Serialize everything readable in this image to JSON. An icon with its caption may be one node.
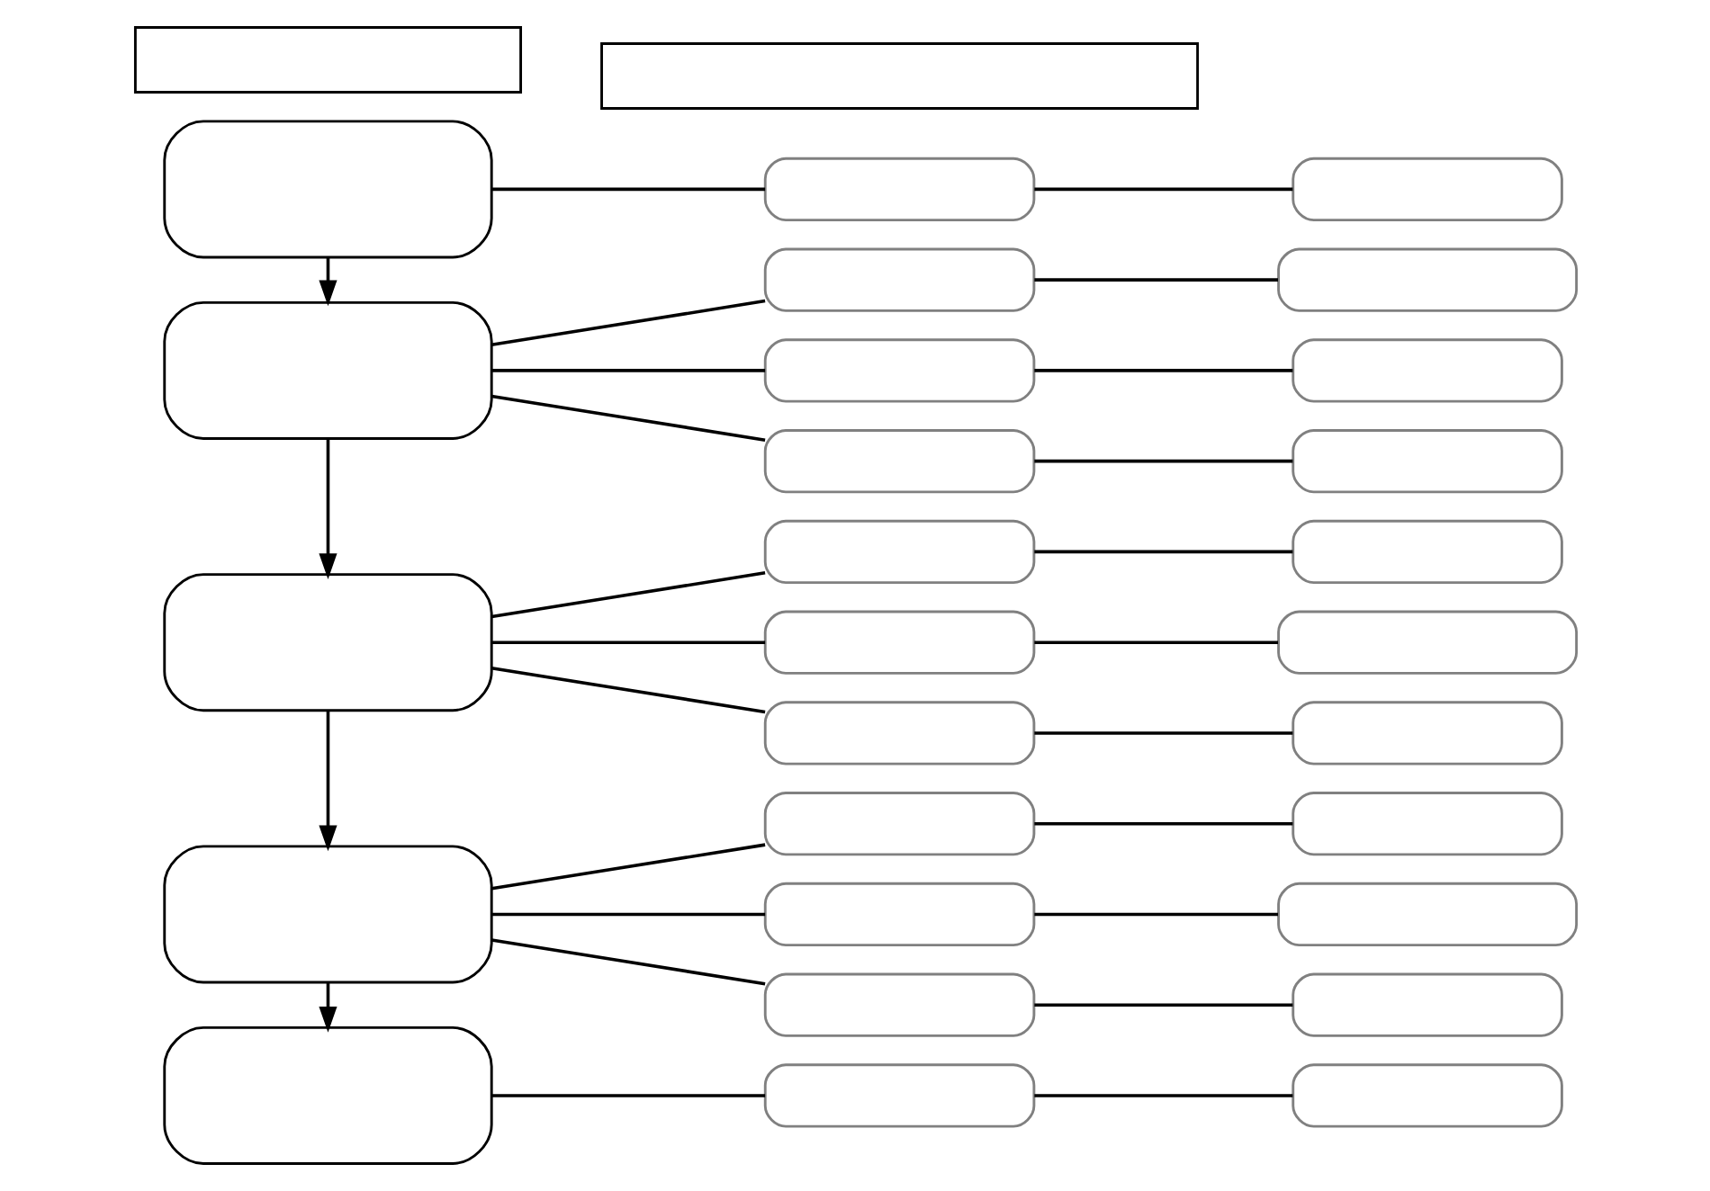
{
  "diagram": {
    "nodes": [
      {
        "text": [],
        "shape": "box"
      },
      {
        "text": [],
        "shape": "box"
      },
      {
        "text": [],
        "shape": "box"
      },
      {
        "text": [],
        "shape": "box"
      },
      {
        "text": [],
        "shape": "box"
      },
      {
        "text": [],
        "shape": "box"
      },
      {
        "text": [],
        "shape": "box"
      },
      {
        "text": [],
        "shape": "pill"
      },
      {
        "text": [],
        "shape": "pill"
      },
      {
        "text": [],
        "shape": "pill"
      },
      {
        "text": [],
        "shape": "pill"
      },
      {
        "text": [],
        "shape": "pill"
      },
      {
        "text": [],
        "shape": "pill"
      },
      {
        "text": [],
        "shape": "pill"
      },
      {
        "text": [],
        "shape": "pill"
      },
      {
        "text": [],
        "shape": "pill"
      },
      {
        "text": [],
        "shape": "pill"
      },
      {
        "text": [],
        "shape": "pill"
      },
      {
        "text": [],
        "shape": "pill"
      },
      {
        "text": [],
        "shape": "pill"
      },
      {
        "text": [],
        "shape": "pill"
      },
      {
        "text": [],
        "shape": "pill"
      },
      {
        "text": [],
        "shape": "pill"
      },
      {
        "text": [],
        "shape": "pill"
      },
      {
        "text": [],
        "shape": "pill"
      },
      {
        "text": [],
        "shape": "pill"
      },
      {
        "text": [],
        "shape": "pill"
      },
      {
        "text": [],
        "shape": "pill"
      },
      {
        "text": [],
        "shape": "pill"
      }
    ],
    "edges": [
      {
        "from": 2,
        "to": 3,
        "arrow": "to"
      },
      {
        "from": 3,
        "to": 4,
        "arrow": "to"
      },
      {
        "from": 4,
        "to": 5,
        "arrow": "to"
      },
      {
        "from": 5,
        "to": 6,
        "arrow": "to"
      },
      {
        "from": 2,
        "to": 7,
        "arrow": "none"
      },
      {
        "from": 3,
        "to": 8,
        "arrow": "none"
      },
      {
        "from": 3,
        "to": 9,
        "arrow": "none"
      },
      {
        "from": 3,
        "to": 10,
        "arrow": "none"
      },
      {
        "from": 4,
        "to": 11,
        "arrow": "none"
      },
      {
        "from": 4,
        "to": 12,
        "arrow": "none"
      },
      {
        "from": 4,
        "to": 13,
        "arrow": "none"
      },
      {
        "from": 5,
        "to": 14,
        "arrow": "none"
      },
      {
        "from": 5,
        "to": 15,
        "arrow": "none"
      },
      {
        "from": 5,
        "to": 16,
        "arrow": "none"
      },
      {
        "from": 6,
        "to": 17,
        "arrow": "none"
      },
      {
        "from": 7,
        "to": 18,
        "arrow": "none"
      },
      {
        "from": 8,
        "to": 19,
        "arrow": "none"
      },
      {
        "from": 9,
        "to": 20,
        "arrow": "none"
      },
      {
        "from": 10,
        "to": 21,
        "arrow": "none"
      },
      {
        "from": 11,
        "to": 22,
        "arrow": "none"
      },
      {
        "from": 12,
        "to": 23,
        "arrow": "none"
      },
      {
        "from": 13,
        "to": 24,
        "arrow": "none"
      },
      {
        "from": 14,
        "to": 25,
        "arrow": "none"
      },
      {
        "from": 15,
        "to": 26,
        "arrow": "none"
      },
      {
        "from": 16,
        "to": 27,
        "arrow": "none"
      },
      {
        "from": 17,
        "to": 28,
        "arrow": "none"
      }
    ]
  }
}
